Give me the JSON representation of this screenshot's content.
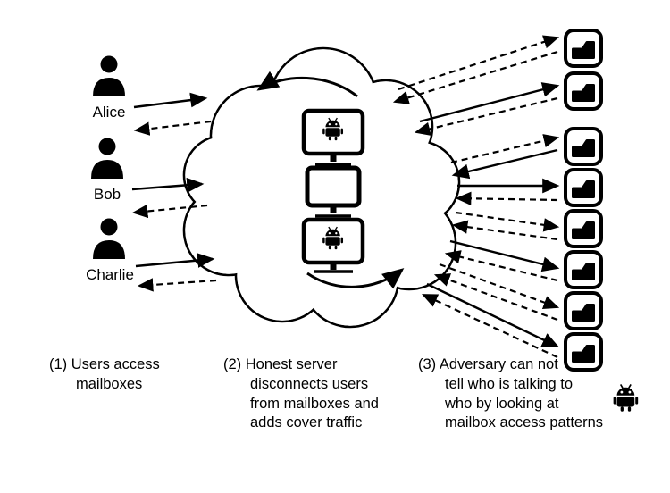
{
  "users": [
    {
      "name": "Alice"
    },
    {
      "name": "Bob"
    },
    {
      "name": "Charlie"
    }
  ],
  "cloud": {
    "servers": [
      "android-server",
      "plain-server",
      "android-server"
    ]
  },
  "mailboxes": {
    "count": 8
  },
  "captions": {
    "step1": "(1) Users access\nmailboxes",
    "step2": "(2) Honest server\ndisconnects users\nfrom mailboxes and\nadds cover traffic",
    "step3": "(3) Adversary can not\ntell who is talking to\nwho by looking at\nmailbox access patterns"
  },
  "colors": {
    "ink": "#000000",
    "background": "#ffffff"
  }
}
